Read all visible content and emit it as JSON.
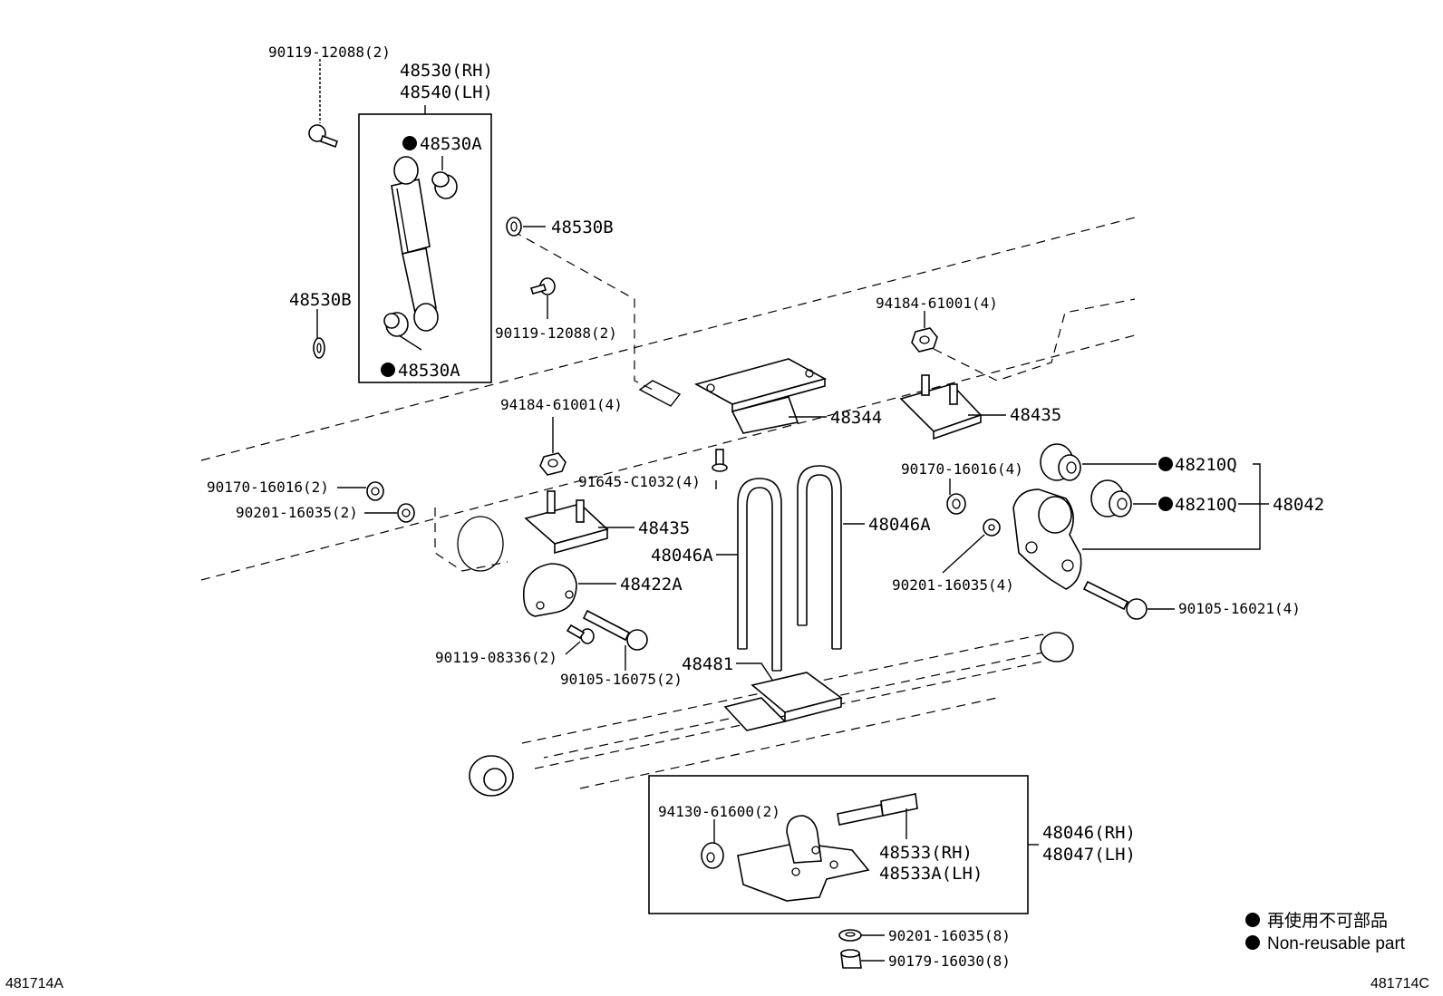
{
  "labels": {
    "bolt_top": "90119-12088(2)",
    "shock_rh": "48530(RH)",
    "shock_lh": "48540(LH)",
    "bush_upper": "48530A",
    "bush_lower": "48530A",
    "washer_left": "48530B",
    "washer_right": "48530B",
    "bolt_mid": "90119-12088(2)",
    "nut_right": "94184-61001(4)",
    "bracket_48344": "48344",
    "seat_right": "48435",
    "nut_left": "94184-61001(4)",
    "stud": "91645-C1032(4)",
    "nut_90170_left": "90170-16016(2)",
    "washer_90201_left": "90201-16035(2)",
    "seat_left": "48435",
    "ubolt_right": "48046A",
    "ubolt_left": "48046A",
    "nut_90170_right": "90170-16016(4)",
    "bushing_upper": "48210Q",
    "bushing_lower": "48210Q",
    "shackle": "48042",
    "washer_90201_right": "90201-16035(4)",
    "bolt_shackle": "90105-16021(4)",
    "bumper": "48422A",
    "bolt_08336": "90119-08336(2)",
    "bolt_16075": "90105-16075(2)",
    "pad_48481": "48481",
    "nut_94130": "94130-61600(2)",
    "pin_rh": "48533(RH)",
    "pin_lh": "48533A(LH)",
    "spring_rh": "48046(RH)",
    "spring_lh": "48047(LH)",
    "washer_bottom": "90201-16035(8)",
    "nut_bottom": "90179-16030(8)"
  },
  "legend": {
    "jp": "再使用不可部品",
    "en": "Non-reusable part"
  },
  "corners": {
    "left": "481714A",
    "right": "481714C"
  }
}
